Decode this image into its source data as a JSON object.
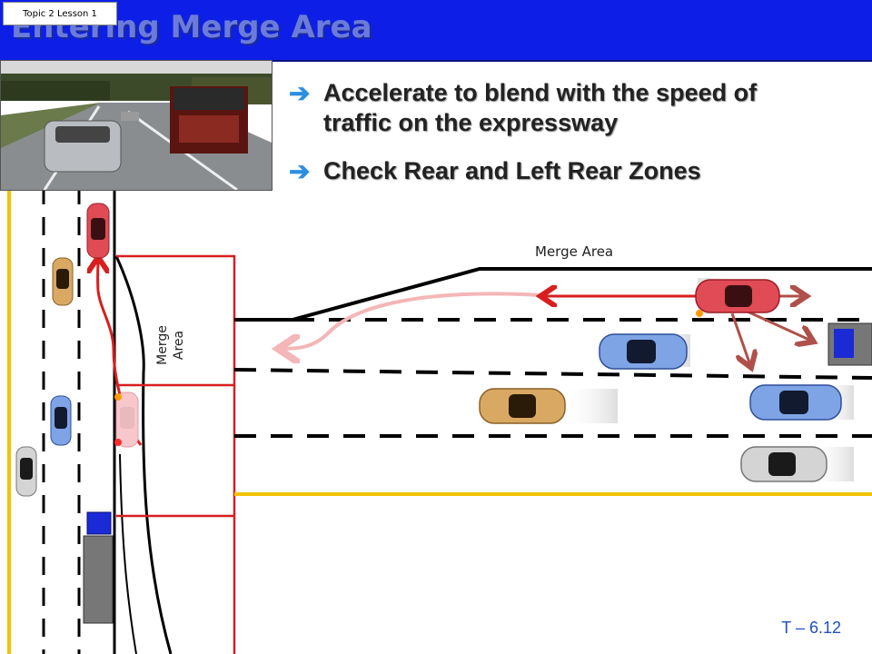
{
  "header": {
    "topic_tag": "Topic 2 Lesson 1",
    "title": "Entering Merge Area"
  },
  "bullets": [
    {
      "line1": "Accelerate to blend with the speed of",
      "line2": "traffic on the expressway"
    },
    {
      "line1": "Check Rear and Left Rear Zones",
      "line2": ""
    }
  ],
  "diagram": {
    "merge_top_label": "Merge Area",
    "merge_side_label_line1": "Merge",
    "merge_side_label_line2": "Area"
  },
  "footer": {
    "slide_number": "T – 6.12"
  },
  "colors": {
    "header_blue": "#0d1fe6",
    "title_text": "#6b7bd9",
    "bullet_arrow": "#2a8fe0",
    "path_red": "#d81e1e",
    "path_pink": "#f4b6b6",
    "lane_yellow": "#f2c200",
    "zone_arrow": "#b0504a"
  },
  "icons": {
    "bullet": "right-arrow-icon"
  }
}
